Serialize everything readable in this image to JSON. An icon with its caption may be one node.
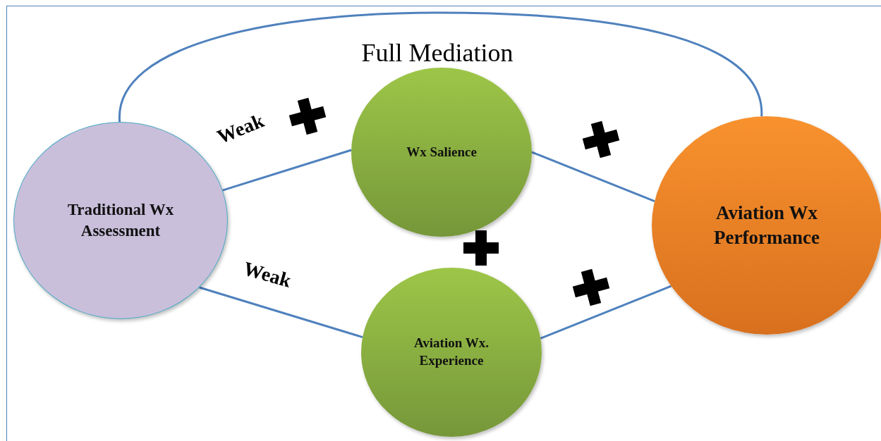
{
  "diagram": {
    "nodes": [
      {
        "text": [
          "Traditional Wx Assessment"
        ]
      },
      {
        "text": [
          "Wx Salience"
        ]
      },
      {
        "text": [
          "Aviation Wx. Experience"
        ]
      },
      {
        "text": [
          "Aviation Wx Performance"
        ]
      }
    ],
    "edges": [
      {
        "from": 0,
        "to": 1,
        "arrow": "none",
        "label": "Weak"
      },
      {
        "from": 1,
        "to": 3,
        "arrow": "none"
      },
      {
        "from": 0,
        "to": 2,
        "arrow": "none",
        "label": "Weak"
      },
      {
        "from": 2,
        "to": 3,
        "arrow": "none"
      },
      {
        "from": 0,
        "to": 3,
        "arrow": "none",
        "label": "Full Mediation"
      }
    ]
  }
}
